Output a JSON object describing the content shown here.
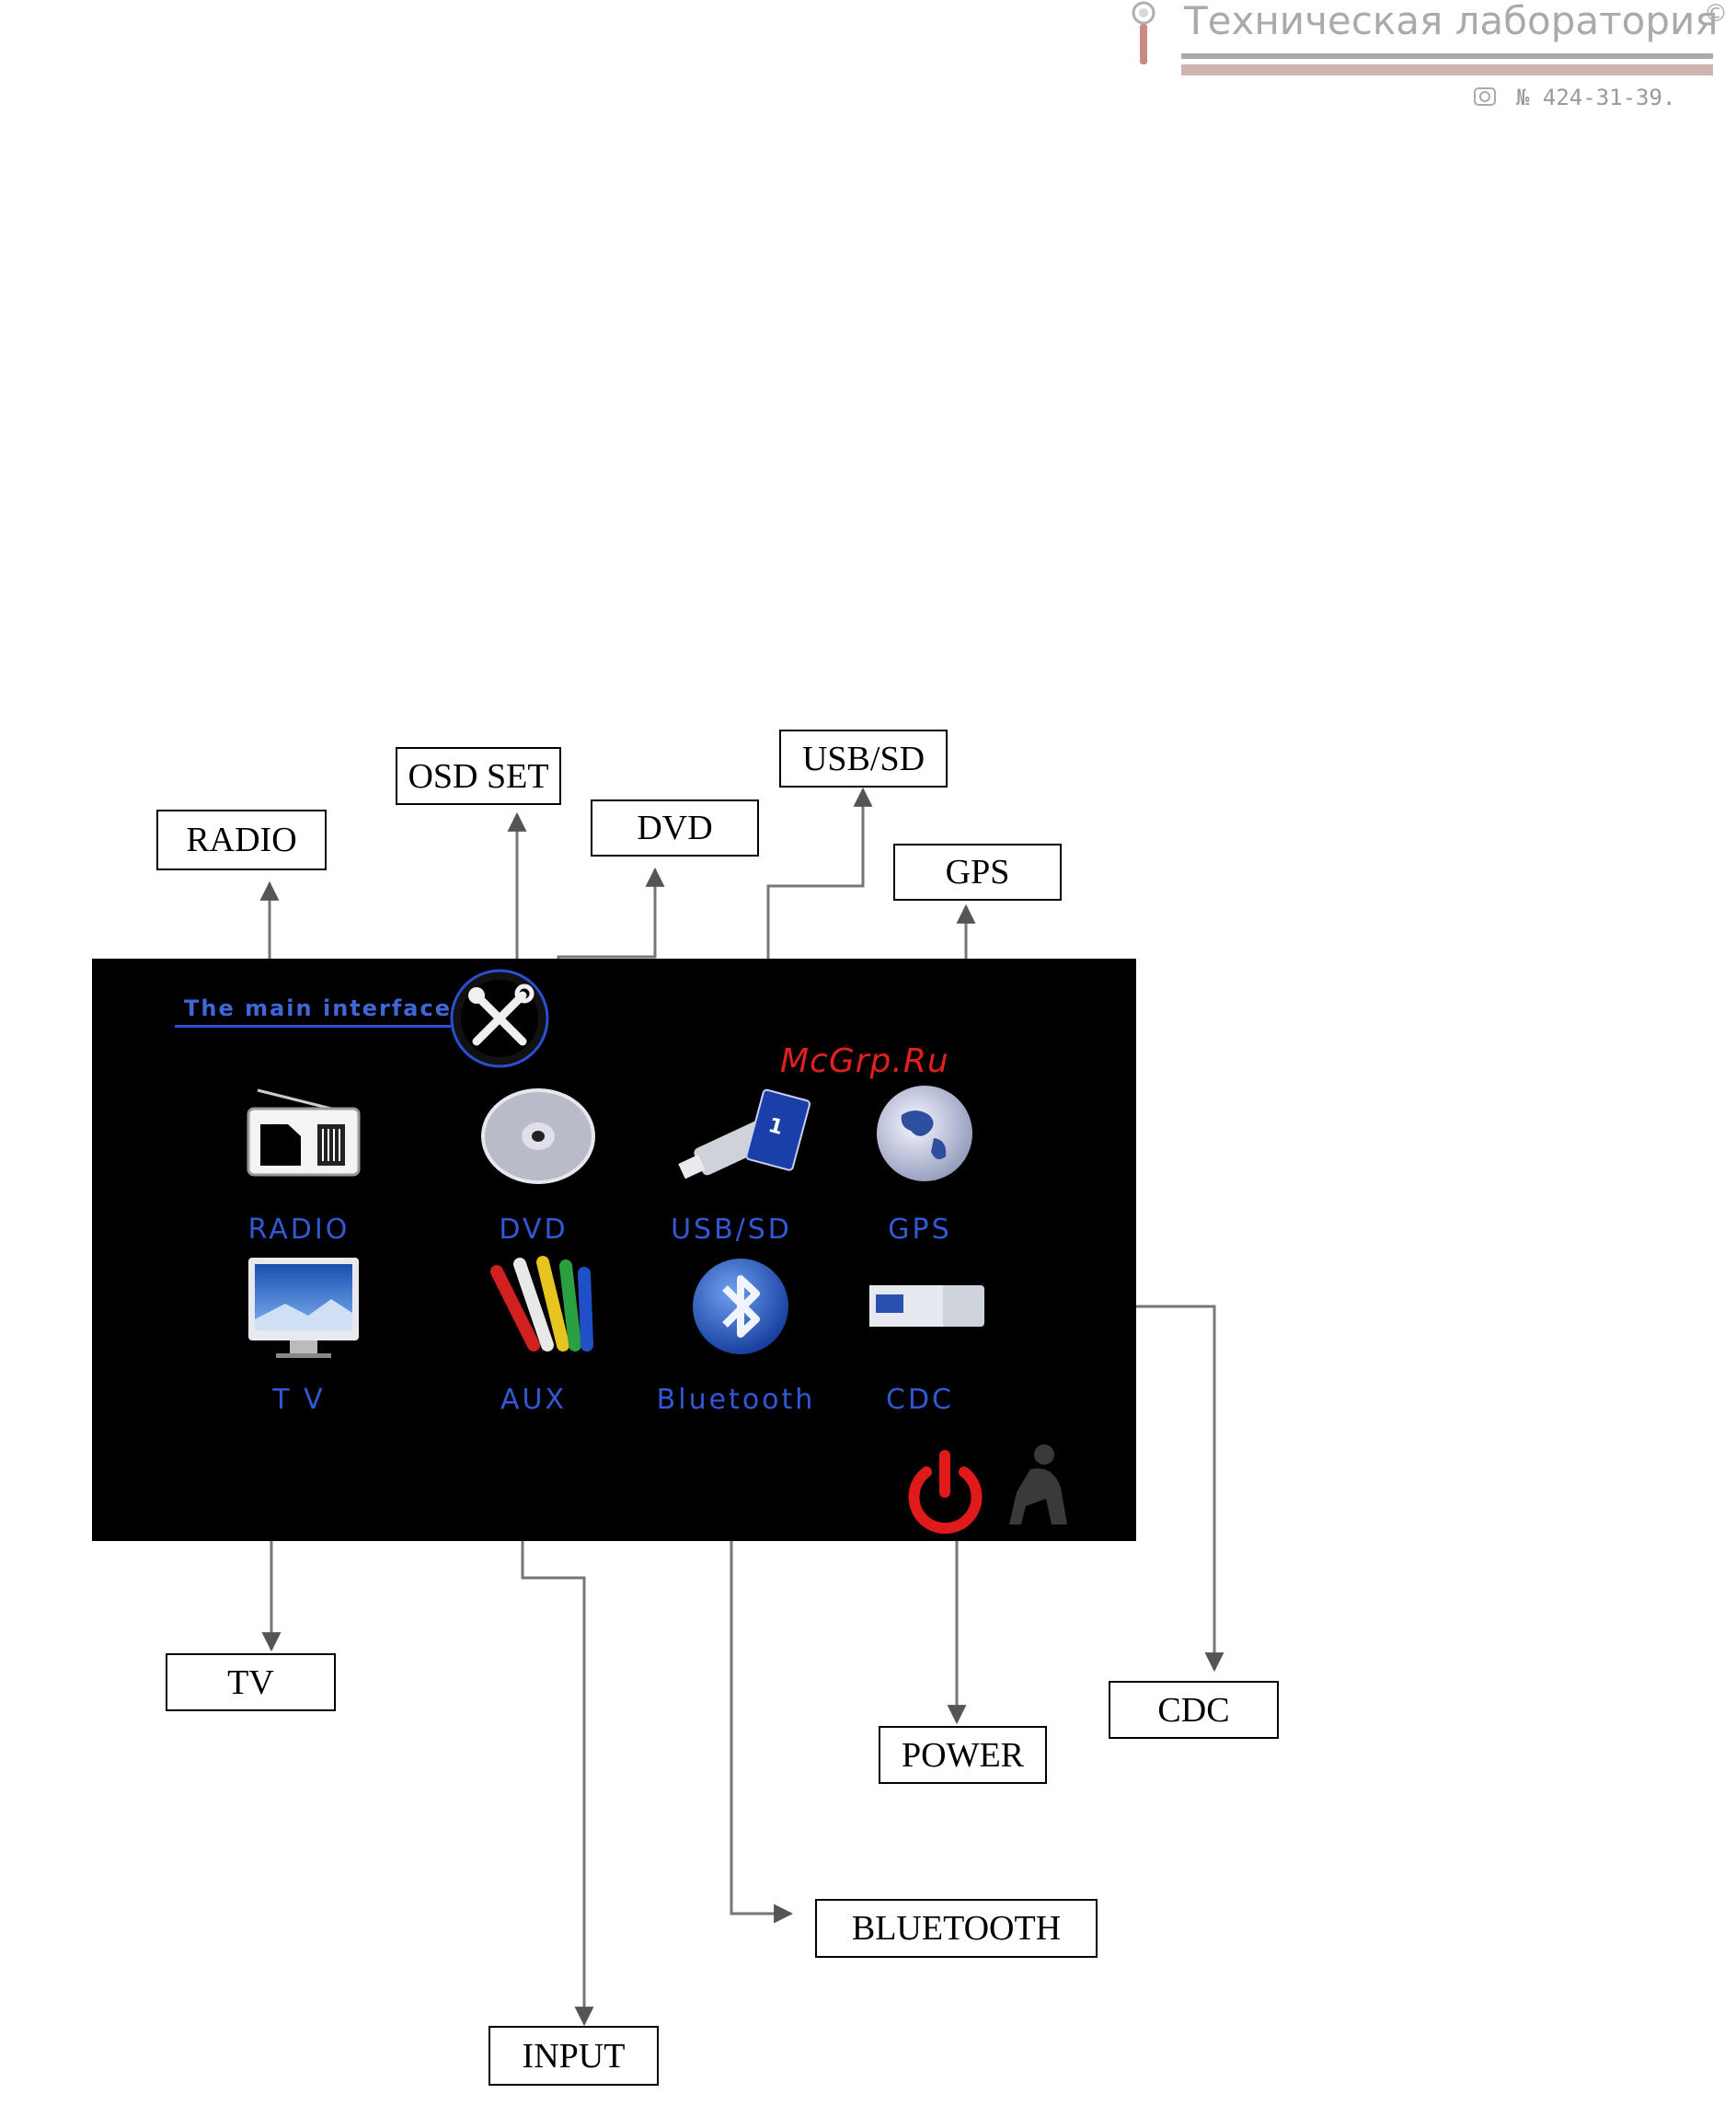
{
  "header": {
    "title": "Техническая лаборатория",
    "copyright": "©",
    "phone": "№ 424-31-39."
  },
  "screen": {
    "title": "The main interface",
    "watermark": "McGrp.Ru",
    "tiles": [
      {
        "label": "RADIO",
        "icon": "radio-icon"
      },
      {
        "label": "DVD",
        "icon": "disc-icon"
      },
      {
        "label": "USB/SD",
        "icon": "usb-sd-icon"
      },
      {
        "label": "GPS",
        "icon": "globe-icon"
      },
      {
        "label": "T V",
        "icon": "tv-icon"
      },
      {
        "label": "AUX",
        "icon": "av-cables-icon"
      },
      {
        "label": "Bluetooth",
        "icon": "bluetooth-icon"
      },
      {
        "label": "CDC",
        "icon": "cd-changer-icon"
      }
    ],
    "osd_icon": "tools-icon",
    "power_icon": "power-icon",
    "colors": {
      "label": "#3358d6",
      "power": "#e01a1a",
      "background": "#000000"
    }
  },
  "callouts": {
    "radio": "RADIO",
    "osd_set": "OSD SET",
    "dvd": "DVD",
    "usb_sd": "USB/SD",
    "gps": "GPS",
    "tv": "TV",
    "input": "INPUT",
    "bluetooth": "BLUETOOTH",
    "power": "POWER",
    "cdc": "CDC"
  }
}
